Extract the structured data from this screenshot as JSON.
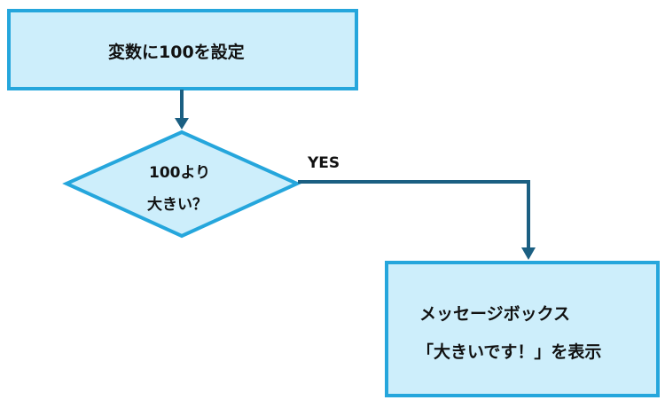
{
  "colors": {
    "fill": "#cdeefb",
    "border": "#25a6dc",
    "arrow": "#1b5f82",
    "text": "#111111"
  },
  "nodes": {
    "process": {
      "label": "変数に100を設定"
    },
    "decision": {
      "line1": "100より",
      "line2": "大きい？"
    },
    "output": {
      "line1": "メッセージボックス",
      "line2": "「大きいです！」を表示"
    }
  },
  "edges": {
    "yes_label": "YES"
  }
}
